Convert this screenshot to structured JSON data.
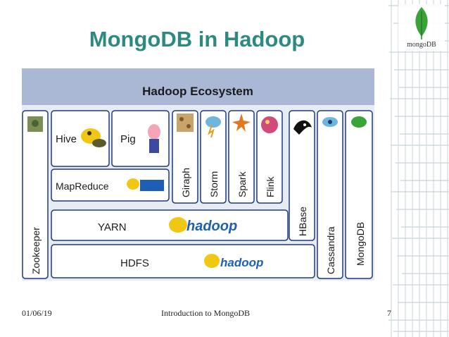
{
  "slide": {
    "title": "MongoDB in Hadoop",
    "footer": {
      "date": "01/06/19",
      "center": "Introduction to MongoDB",
      "page": "7"
    },
    "logo_text": "mongoDB",
    "title_color": "#2e8a80"
  },
  "diagram": {
    "header": "Hadoop Ecosystem",
    "hadoop_logo": "hadoop",
    "stack_layers": [
      {
        "label": "MapReduce",
        "icon": "hadoop-elephant-logo"
      },
      {
        "label": "YARN",
        "icon": "hadoop-elephant-logo"
      },
      {
        "label": "HDFS",
        "icon": "hadoop-elephant-logo"
      }
    ],
    "apps": [
      {
        "label": "Hive",
        "icon": "bee-elephant-icon"
      },
      {
        "label": "Pig",
        "icon": "pig-icon"
      }
    ],
    "vertical_tools": [
      {
        "label": "Giraph",
        "icon": "giraffe-icon"
      },
      {
        "label": "Storm",
        "icon": "lightning-cloud-icon"
      },
      {
        "label": "Spark",
        "icon": "spark-star-icon"
      },
      {
        "label": "Flink",
        "icon": "squirrel-icon"
      },
      {
        "label": "HBase",
        "icon": "orca-icon"
      }
    ],
    "side_columns": [
      {
        "label": "Zookeeper",
        "icon": "zookeeper-icon"
      },
      {
        "label": "Cassandra",
        "icon": "eye-icon"
      },
      {
        "label": "MongoDB",
        "icon": "leaf-icon"
      }
    ],
    "colors": {
      "box_border": "#1f3b75",
      "header_bg": "#aab8d6",
      "hadoop_yellow": "#f0c814",
      "hadoop_blue": "#1c5fb5"
    }
  }
}
